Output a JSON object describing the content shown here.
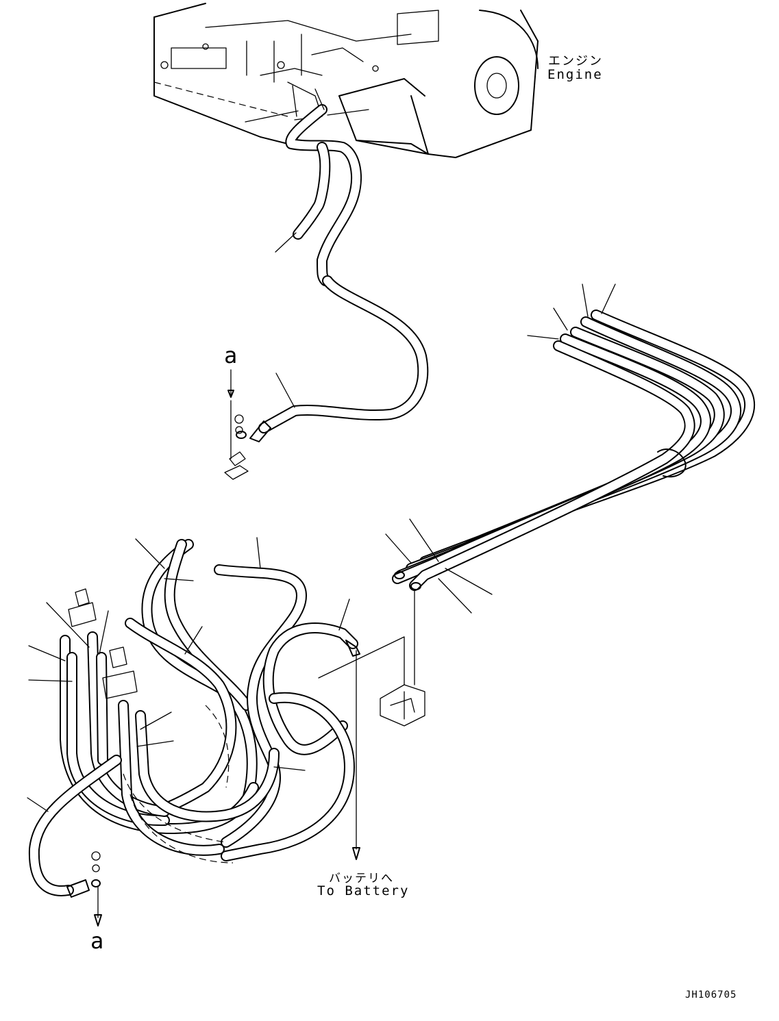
{
  "labels": {
    "engine_jp": "エンジン",
    "engine_en": "Engine",
    "battery_jp": "バッテリへ",
    "battery_en": "To Battery",
    "view_marker_top": "a",
    "view_marker_bottom": "a",
    "drawing_number": "JH106705"
  }
}
